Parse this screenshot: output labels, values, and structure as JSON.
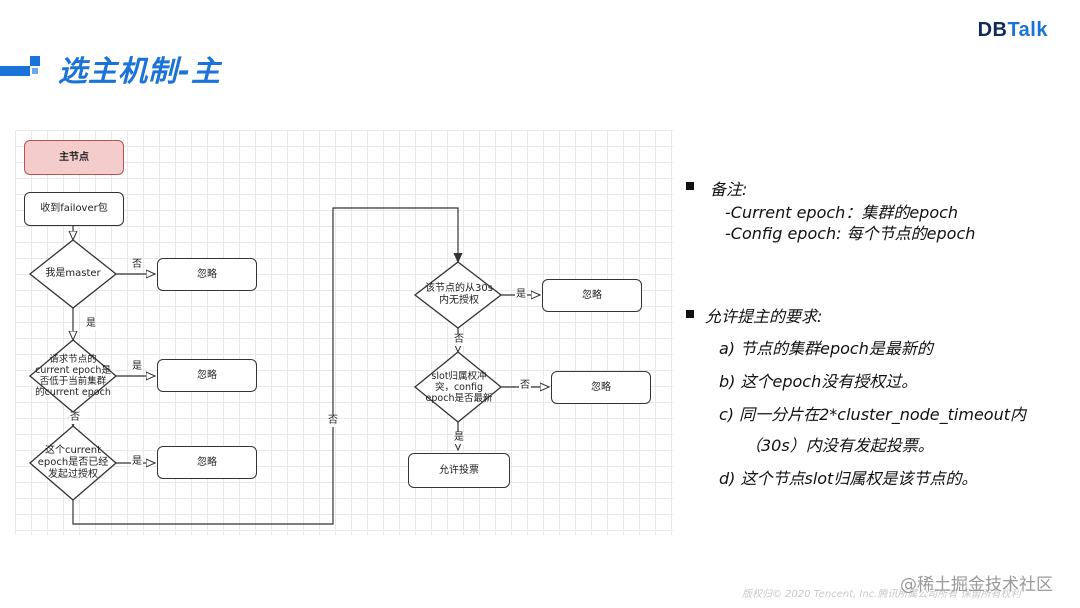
{
  "header": {
    "title": "选主机制-主",
    "logo_part1": "DB",
    "logo_part2": "Talk"
  },
  "colors": {
    "accent": "#1a73d9",
    "role_fill": "#f4cccc",
    "role_border": "#b85450"
  },
  "diagram": {
    "role": "主节点",
    "start": "收到failover包",
    "decision_master": "我是master",
    "ignore1": "忽略",
    "no1": "否",
    "yes1": "是",
    "decision_epoch_l1": "请求节点的",
    "decision_epoch_l2": "current epoch是",
    "decision_epoch_l3": "否低于当前集群",
    "decision_epoch_l4": "的current epoch",
    "yes2": "是",
    "ignore2": "忽略",
    "no2": "否",
    "decision_voted_l1": "这个current",
    "decision_voted_l2": "epoch是否已经",
    "decision_voted_l3": "发起过授权",
    "yes3": "是",
    "ignore3": "忽略",
    "no3": "否",
    "decision_30s_l1": "该节点的从30s",
    "decision_30s_l2": "内无授权",
    "yes4": "是",
    "ignore4": "忽略",
    "no4": "否",
    "decision_slot_l1": "slot归属权冲",
    "decision_slot_l2": "突，config",
    "decision_slot_l3": "epoch是否最新",
    "no5": "否",
    "ignore5": "忽略",
    "yes5": "是",
    "allow": "允许投票"
  },
  "notes": {
    "remark_head": "备注:",
    "remark_1": "-Current epoch：集群的epoch",
    "remark_2": "-Config epoch: 每个节点的epoch",
    "req_head": "允许提主的要求:",
    "req_a": "a)   节点的集群epoch是最新的",
    "req_b": "b)   这个epoch没有授权过。",
    "req_c1": "c)   同一分片在2*cluster_node_timeout内",
    "req_c2": "（30s）内没有发起投票。",
    "req_d": "d)   这个节点slot归属权是该节点的。"
  },
  "footer": {
    "copyright": "版权归© 2020 Tencent, Inc.腾讯所属公司所有 保留所有权利",
    "watermark": "@稀土掘金技术社区"
  }
}
